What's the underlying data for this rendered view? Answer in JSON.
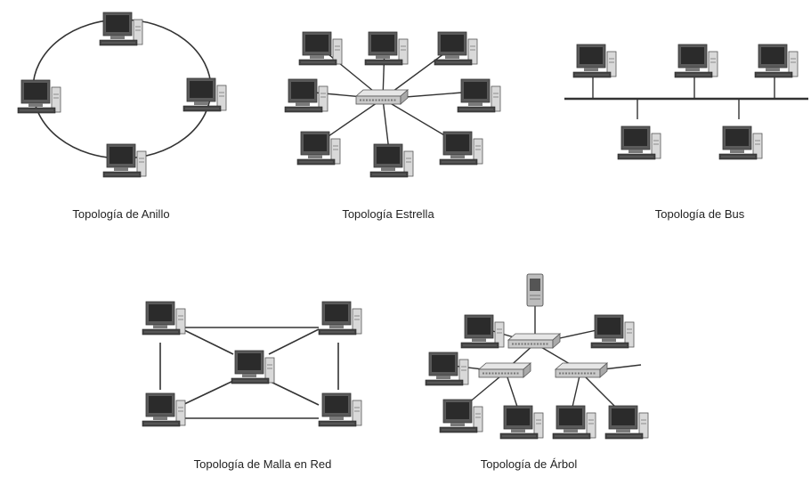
{
  "captions": {
    "ring": "Topología de Anillo",
    "star": "Topología Estrella",
    "bus": "Topología de Bus",
    "mesh": "Topología de Malla en Red",
    "tree": "Topología de Árbol"
  },
  "icons": {
    "computer": "computer-icon",
    "switch": "network-switch-icon",
    "server": "server-tower-icon"
  },
  "colors": {
    "line": "#333333",
    "monitor_body": "#5a5a5a",
    "screen": "#2b2b2b",
    "tower": "#d9d9d9",
    "switch": "#c9c9c9"
  }
}
